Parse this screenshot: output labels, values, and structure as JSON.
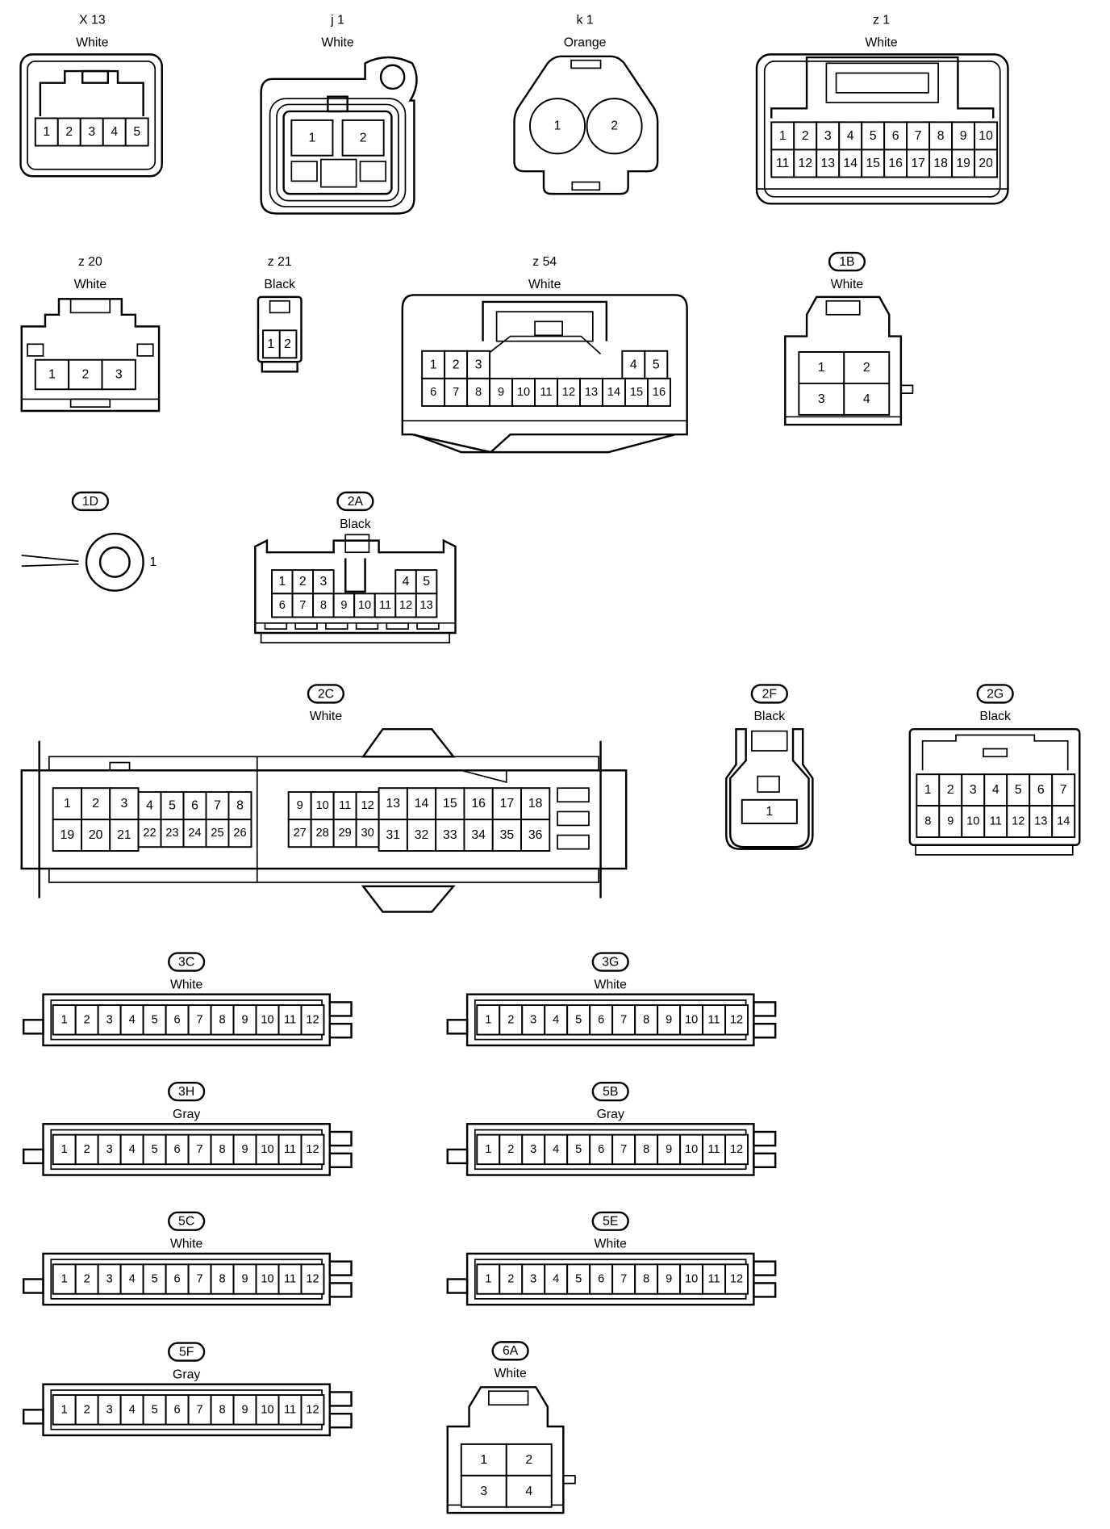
{
  "connectors": {
    "X13": {
      "id": "X 13",
      "color": "White",
      "pins": [
        "1",
        "2",
        "3",
        "4",
        "5"
      ]
    },
    "j1": {
      "id": "j 1",
      "color": "White",
      "pins": [
        "1",
        "2"
      ]
    },
    "k1": {
      "id": "k 1",
      "color": "Orange",
      "pins": [
        "1",
        "2"
      ]
    },
    "z1": {
      "id": "z 1",
      "color": "White",
      "rows": [
        [
          "1",
          "2",
          "3",
          "4",
          "5",
          "6",
          "7",
          "8",
          "9",
          "10"
        ],
        [
          "11",
          "12",
          "13",
          "14",
          "15",
          "16",
          "17",
          "18",
          "19",
          "20"
        ]
      ]
    },
    "z20": {
      "id": "z 20",
      "color": "White",
      "pins": [
        "1",
        "2",
        "3"
      ]
    },
    "z21": {
      "id": "z 21",
      "color": "Black",
      "pins": [
        "1",
        "2"
      ]
    },
    "z54": {
      "id": "z 54",
      "color": "White",
      "row1_left": [
        "1",
        "2",
        "3"
      ],
      "row1_right": [
        "4",
        "5"
      ],
      "row2": [
        "6",
        "7",
        "8",
        "9",
        "10",
        "11",
        "12",
        "13",
        "14",
        "15",
        "16"
      ]
    },
    "c1B": {
      "id": "1B",
      "color": "White",
      "rows": [
        [
          "1",
          "2"
        ],
        [
          "3",
          "4"
        ]
      ]
    },
    "c1D": {
      "id": "1D",
      "color": "",
      "pins": [
        "1"
      ]
    },
    "c2A": {
      "id": "2A",
      "color": "Black",
      "row1_left": [
        "1",
        "2",
        "3"
      ],
      "row1_right": [
        "4",
        "5"
      ],
      "row2": [
        "6",
        "7",
        "8",
        "9",
        "10",
        "11",
        "12",
        "13"
      ]
    },
    "c2C": {
      "id": "2C",
      "color": "White",
      "big_left_row1": [
        "1",
        "2",
        "3"
      ],
      "big_left_row2": [
        "19",
        "20",
        "21"
      ],
      "small_a_row1": [
        "4",
        "5",
        "6",
        "7",
        "8"
      ],
      "small_a_row2": [
        "22",
        "23",
        "24",
        "25",
        "26"
      ],
      "small_b_row1": [
        "9",
        "10",
        "11",
        "12"
      ],
      "small_b_row2": [
        "27",
        "28",
        "29",
        "30"
      ],
      "big_right_row1": [
        "13",
        "14",
        "15",
        "16",
        "17",
        "18"
      ],
      "big_right_row2": [
        "31",
        "32",
        "33",
        "34",
        "35",
        "36"
      ]
    },
    "c2F": {
      "id": "2F",
      "color": "Black",
      "pins": [
        "1"
      ]
    },
    "c2G": {
      "id": "2G",
      "color": "Black",
      "rows": [
        [
          "1",
          "2",
          "3",
          "4",
          "5",
          "6",
          "7"
        ],
        [
          "8",
          "9",
          "10",
          "11",
          "12",
          "13",
          "14"
        ]
      ]
    },
    "c3C": {
      "id": "3C",
      "color": "White",
      "pins": [
        "1",
        "2",
        "3",
        "4",
        "5",
        "6",
        "7",
        "8",
        "9",
        "10",
        "11",
        "12"
      ]
    },
    "c3G": {
      "id": "3G",
      "color": "White",
      "pins": [
        "1",
        "2",
        "3",
        "4",
        "5",
        "6",
        "7",
        "8",
        "9",
        "10",
        "11",
        "12"
      ]
    },
    "c3H": {
      "id": "3H",
      "color": "Gray",
      "pins": [
        "1",
        "2",
        "3",
        "4",
        "5",
        "6",
        "7",
        "8",
        "9",
        "10",
        "11",
        "12"
      ]
    },
    "c5B": {
      "id": "5B",
      "color": "Gray",
      "pins": [
        "1",
        "2",
        "3",
        "4",
        "5",
        "6",
        "7",
        "8",
        "9",
        "10",
        "11",
        "12"
      ]
    },
    "c5C": {
      "id": "5C",
      "color": "White",
      "pins": [
        "1",
        "2",
        "3",
        "4",
        "5",
        "6",
        "7",
        "8",
        "9",
        "10",
        "11",
        "12"
      ]
    },
    "c5E": {
      "id": "5E",
      "color": "White",
      "pins": [
        "1",
        "2",
        "3",
        "4",
        "5",
        "6",
        "7",
        "8",
        "9",
        "10",
        "11",
        "12"
      ]
    },
    "c5F": {
      "id": "5F",
      "color": "Gray",
      "pins": [
        "1",
        "2",
        "3",
        "4",
        "5",
        "6",
        "7",
        "8",
        "9",
        "10",
        "11",
        "12"
      ]
    },
    "c6A": {
      "id": "6A",
      "color": "White",
      "rows": [
        [
          "1",
          "2"
        ],
        [
          "3",
          "4"
        ]
      ]
    }
  }
}
